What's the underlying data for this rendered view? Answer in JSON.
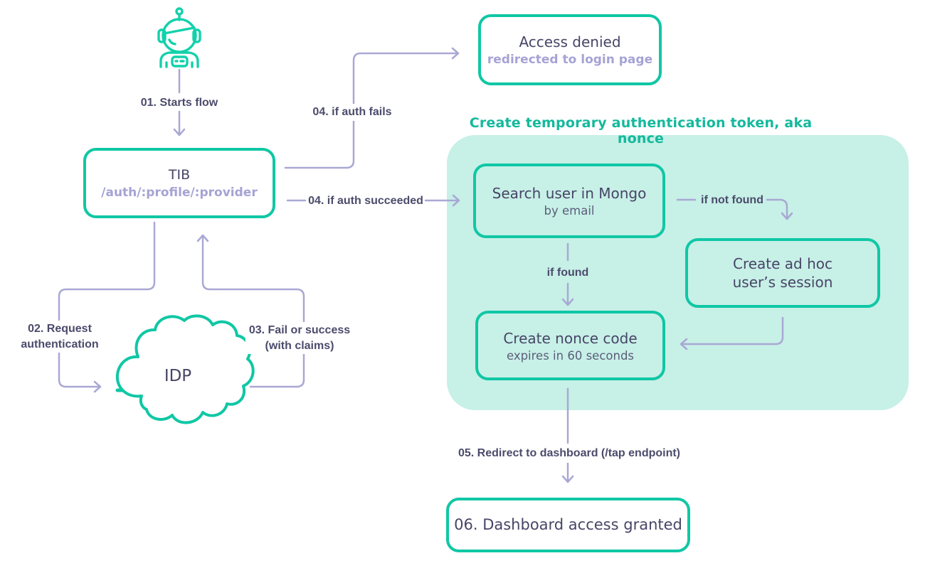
{
  "colors": {
    "teal": "#10C7A5",
    "mint": "#C7F0E7",
    "teal_text": "#14B99C",
    "dark_text": "#474566",
    "label_text": "#4B4B6C",
    "arrow": "#A9A8D4",
    "subtitle_purple": "#A5A3D4",
    "subtitle_gray": "#5C5E7A"
  },
  "icons": {
    "actor": "astronaut-robot-icon",
    "idp": "cloud-icon"
  },
  "panel": {
    "title": "Create temporary authentication token, aka nonce"
  },
  "nodes": {
    "tib": {
      "title": "TIB",
      "subtitle": "/auth/:profile/:provider"
    },
    "access_denied": {
      "title": "Access denied",
      "subtitle": "redirected to login page"
    },
    "search_mongo": {
      "title": "Search user in Mongo",
      "subtitle": "by email"
    },
    "adhoc_session": {
      "title": "Create ad hoc user’s session"
    },
    "nonce": {
      "title": "Create nonce code",
      "subtitle": "expires in 60 seconds"
    },
    "dashboard": {
      "title": "06. Dashboard access granted"
    },
    "idp": {
      "label": "IDP"
    }
  },
  "edges": {
    "step01": "01. Starts flow",
    "step02_line1": "02. Request",
    "step02_line2": "authentication",
    "step03_line1": "03. Fail or success",
    "step03_line2": "(with claims)",
    "step04_fail": "04. if auth fails",
    "step04_success": "04. if auth succeeded",
    "if_not_found": "if not found",
    "if_found": "if found",
    "step05": "05. Redirect to dashboard (/tap endpoint)"
  }
}
